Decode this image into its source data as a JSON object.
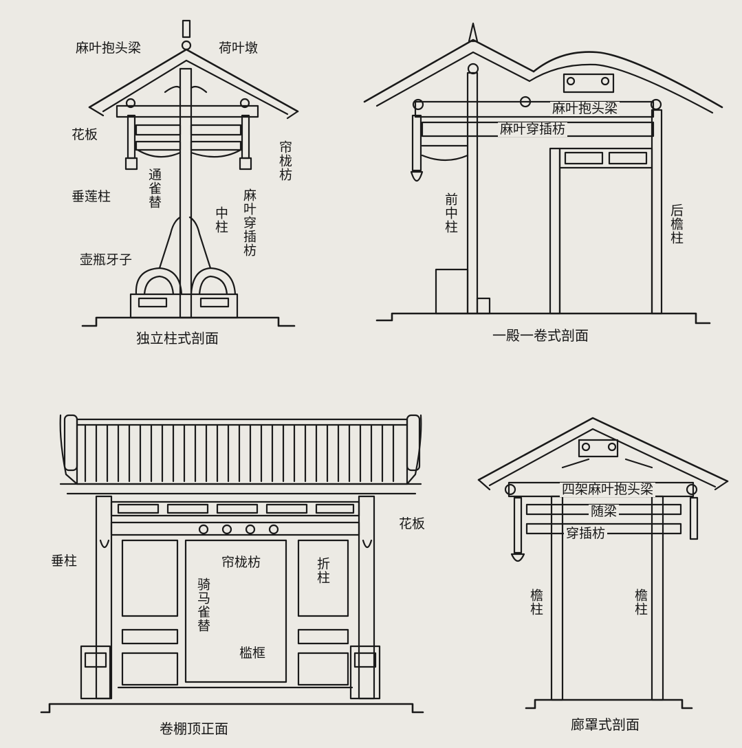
{
  "colors": {
    "paper": "#eceae4",
    "ink": "#1a1a1a"
  },
  "diagrams": [
    {
      "caption": "独立柱式剖面",
      "labels": [
        "麻叶抱头梁",
        "荷叶墩",
        "花板",
        "帘栊枋",
        "垂莲柱",
        "通雀替",
        "麻叶穿插枋",
        "中柱",
        "壶瓶牙子"
      ]
    },
    {
      "caption": "一殿一卷式剖面",
      "labels": [
        "麻叶抱头梁",
        "麻叶穿插枋",
        "前中柱",
        "后檐柱"
      ]
    },
    {
      "caption": "卷棚顶正面",
      "labels": [
        "花板",
        "垂柱",
        "帘栊枋",
        "骑马雀替",
        "折柱",
        "槛框"
      ]
    },
    {
      "caption": "廊罩式剖面",
      "labels": [
        "四架麻叶抱头梁",
        "随梁",
        "穿插枋",
        "檐柱",
        "檐柱"
      ]
    }
  ]
}
